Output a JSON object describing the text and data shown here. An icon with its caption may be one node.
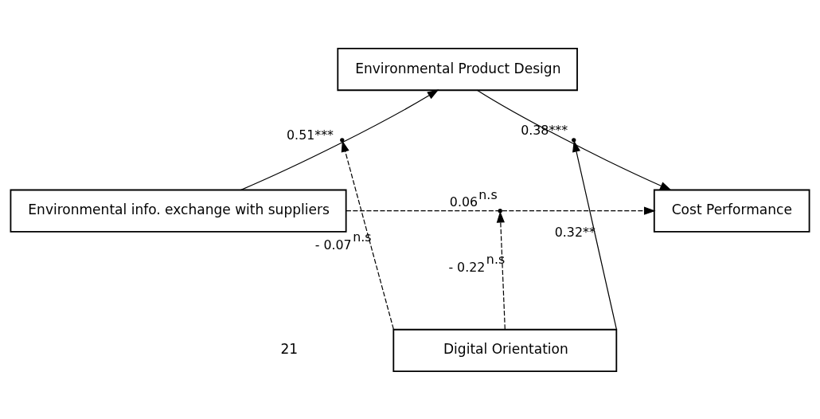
{
  "diagram": {
    "nodes": [
      {
        "text": [
          "Environmental info. exchange with suppliers"
        ]
      },
      {
        "text": [
          "Environmental Product Design"
        ]
      },
      {
        "text": [
          "Cost Performance"
        ]
      },
      {
        "text": [
          "Digital Orientation"
        ]
      }
    ],
    "edges": [
      {
        "from": 0,
        "to": 1,
        "arrow": "to",
        "label": "0.51***"
      },
      {
        "from": 1,
        "to": 2,
        "arrow": "to",
        "label": "0.38***"
      },
      {
        "from": 0,
        "to": 2,
        "arrow": "to",
        "label": "0.06$^{n.s}$",
        "style": "dashed"
      },
      {
        "from": 3,
        "to": null,
        "arrow": "to",
        "label": "- 0.07$^{n.s}$",
        "style": "dashed"
      },
      {
        "from": 3,
        "to": null,
        "arrow": "to",
        "label": "0.32**"
      },
      {
        "from": 3,
        "to": null,
        "arrow": "to",
        "label": "- 0.22$^{n.s}$",
        "style": "dashed"
      }
    ],
    "labels": [
      "21"
    ]
  }
}
